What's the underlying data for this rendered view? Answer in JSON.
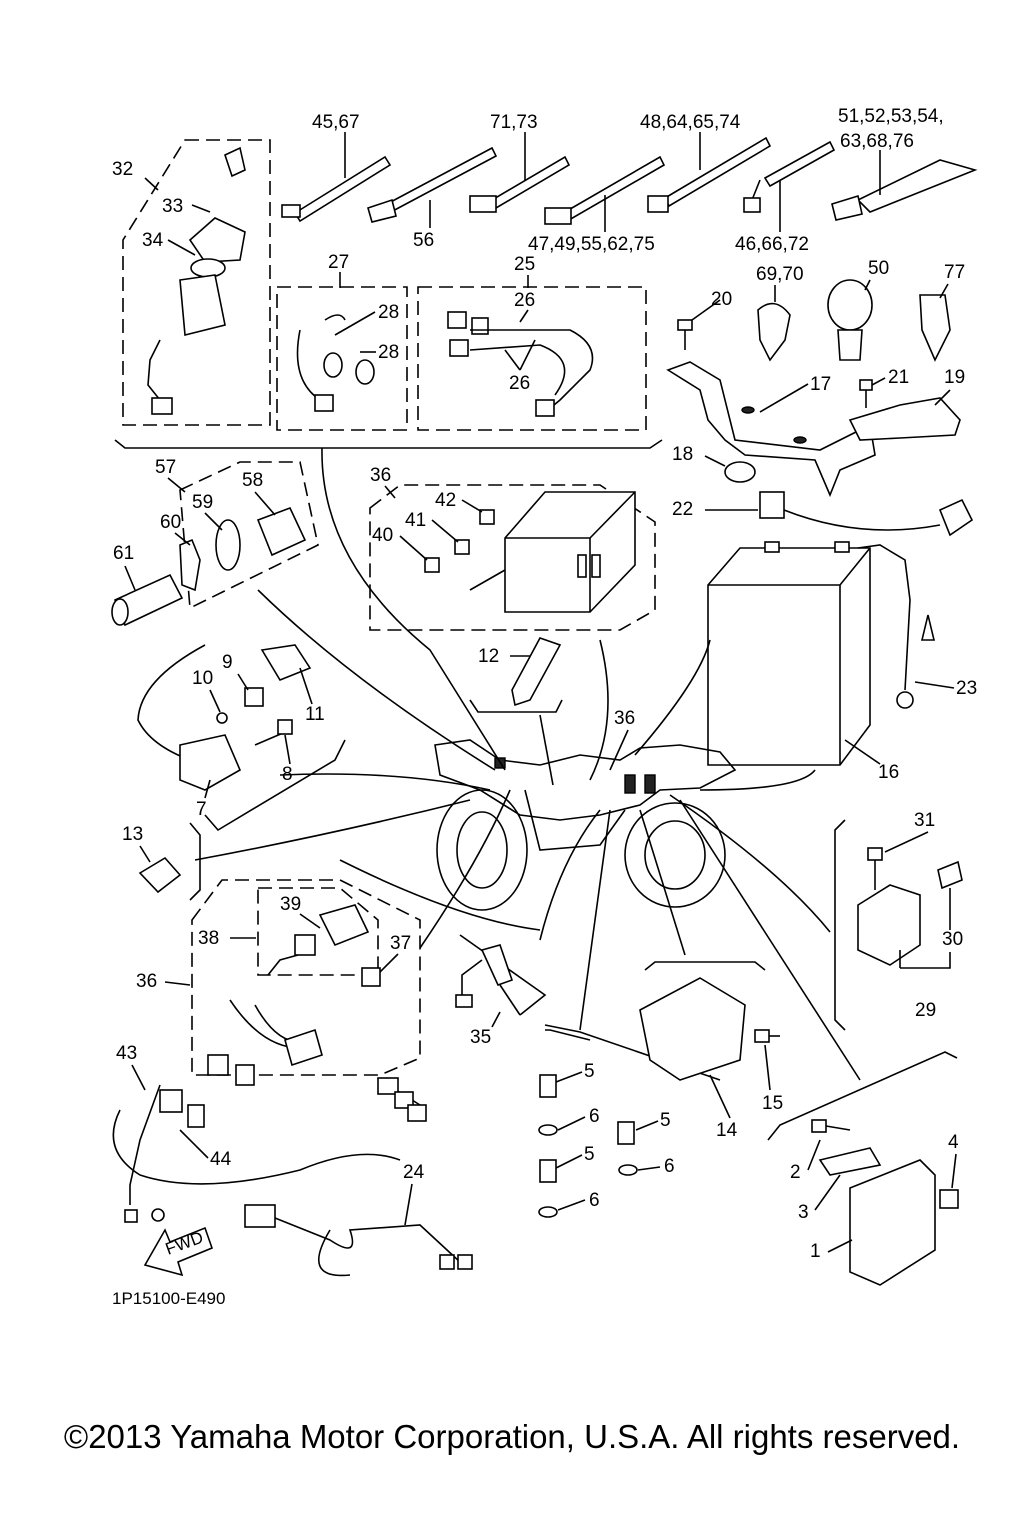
{
  "diagram": {
    "code": "1P15100-E490",
    "fwd_label": "FWD",
    "callouts": [
      "45,67",
      "71,73",
      "48,64,65,74",
      "51,52,53,54,",
      "63,68,76",
      "56",
      "47,49,55,62,75",
      "46,66,72",
      "32",
      "33",
      "34",
      "27",
      "28",
      "28",
      "25",
      "26",
      "26",
      "20",
      "69,70",
      "50",
      "77",
      "17",
      "21",
      "19",
      "18",
      "22",
      "57",
      "58",
      "59",
      "60",
      "61",
      "36",
      "42",
      "41",
      "40",
      "12",
      "23",
      "16",
      "9",
      "10",
      "11",
      "8",
      "7",
      "36",
      "13",
      "31",
      "30",
      "29",
      "39",
      "38",
      "37",
      "36",
      "35",
      "43",
      "44",
      "5",
      "6",
      "5",
      "5",
      "6",
      "6",
      "14",
      "15",
      "24",
      "2",
      "3",
      "4",
      "1"
    ]
  },
  "footer": {
    "copyright": "©2013 Yamaha Motor Corporation, U.S.A. All rights reserved."
  }
}
